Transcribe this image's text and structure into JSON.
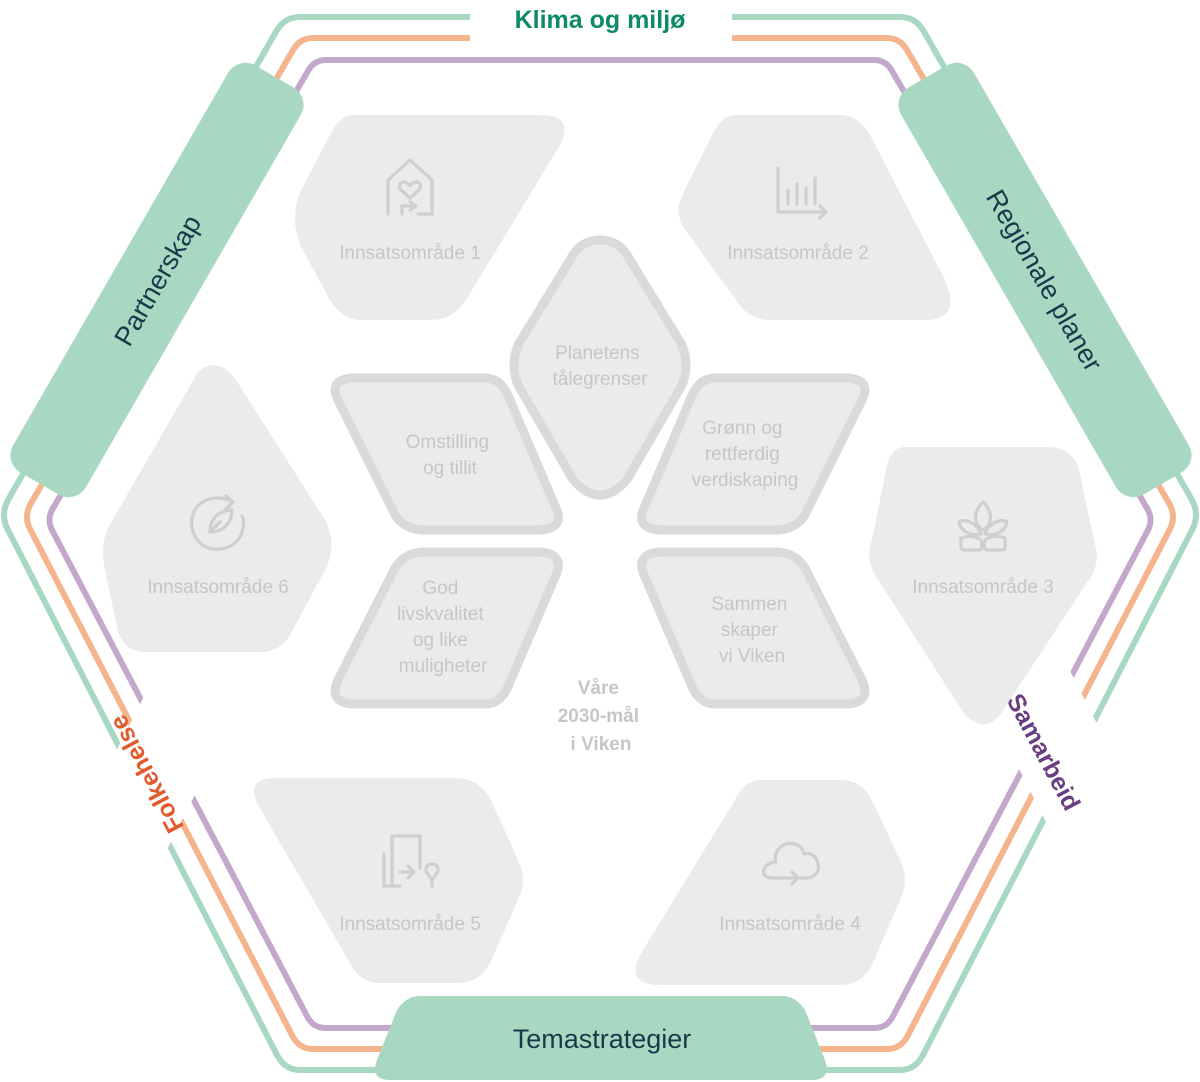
{
  "ring_labels": {
    "top": "Klima og miljø",
    "right": "Samarbeid",
    "left": "Folkehelse"
  },
  "tabs": {
    "upper_left": "Partnerskap",
    "upper_right": "Regionale planer",
    "bottom": "Temastrategier"
  },
  "focus_areas": {
    "area_1": "Innsatsområde 1",
    "area_2": "Innsatsområde 2",
    "area_3": "Innsatsområde 3",
    "area_4": "Innsatsområde 4",
    "area_5": "Innsatsområde 5",
    "area_6": "Innsatsområde 6"
  },
  "goals": {
    "top": [
      "Planetens",
      "tålegrenser"
    ],
    "upper_right": [
      "Grønn og",
      "rettferdig",
      "verdiskaping"
    ],
    "lower_right": [
      "Sammen",
      "skaper",
      "vi Viken"
    ],
    "lower_left": [
      "God",
      "livskvalitet",
      "og like",
      "muligheter"
    ],
    "upper_left": [
      "Omstilling",
      "og tillit"
    ]
  },
  "center": [
    "Våre",
    "2030-mål",
    "i Viken"
  ],
  "colors": {
    "ring_green": "#a9d8c2",
    "ring_orange": "#f4b58c",
    "ring_purple": "#c4a8cc",
    "tab_fill": "#a9d8c2",
    "tile_fill": "#ebebeb",
    "label_green": "#0e8a67",
    "label_purple": "#6a3f7f",
    "label_red": "#e25a2c",
    "tab_text": "#173a4a"
  },
  "icons": [
    "house-heart-icon",
    "bar-chart-icon",
    "leaf-sprout-icon",
    "cloud-arrow-icon",
    "building-arrow-icon",
    "cycle-leaf-icon"
  ]
}
